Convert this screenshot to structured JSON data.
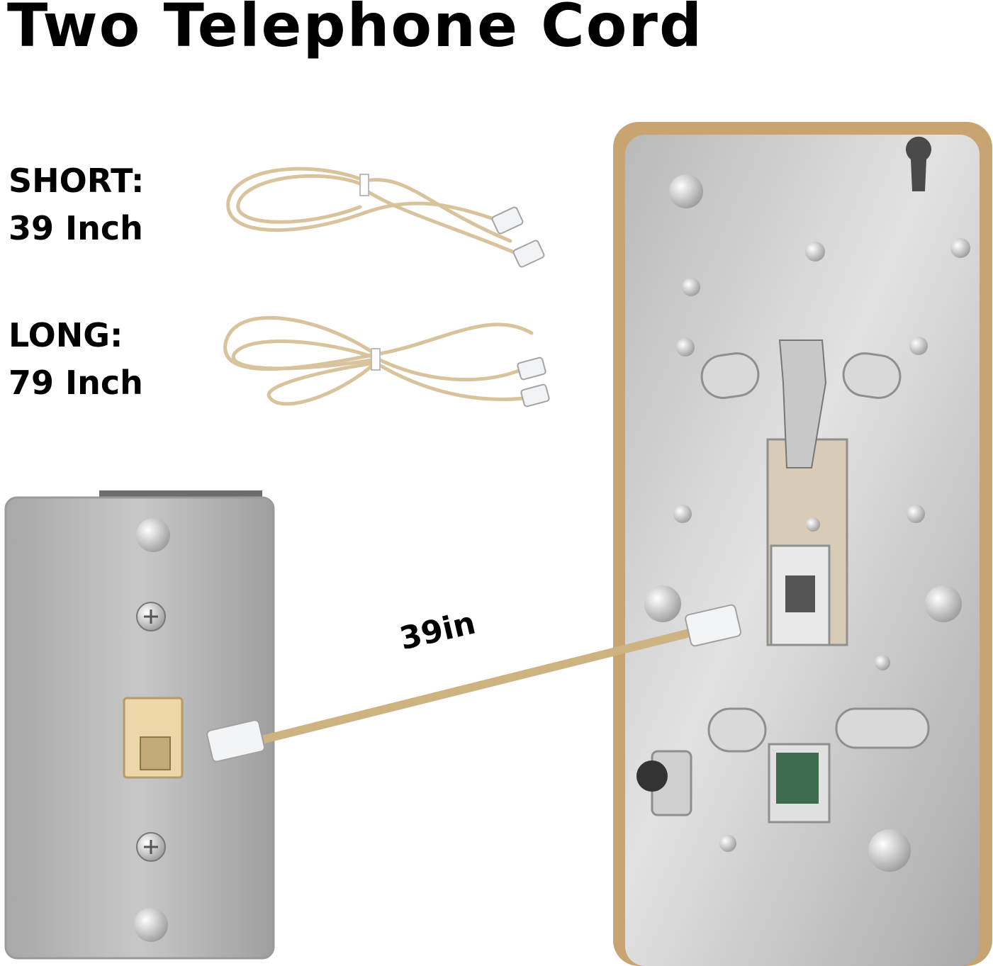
{
  "title": "Two Telephone Cord",
  "cords": [
    {
      "label": "SHORT:",
      "length": "39 Inch"
    },
    {
      "label": "LONG:",
      "length": "79 Inch"
    }
  ],
  "connection": {
    "label": "39in"
  },
  "colors": {
    "cord": "#d9c4a0",
    "jack_housing": "#ecd7a8",
    "steel": "#c9c9c9",
    "phone_frame": "#c9a473"
  }
}
